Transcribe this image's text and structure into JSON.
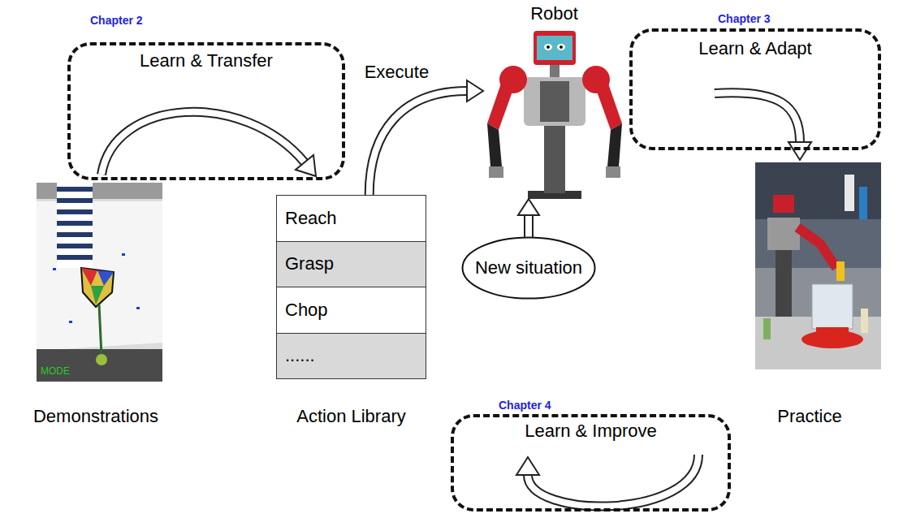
{
  "diagram": {
    "nodes": [
      {
        "text": [
          "Chapter 2",
          "Learn & Transfer"
        ]
      },
      {
        "text": [
          "Action Library"
        ]
      },
      {
        "text": [
          "Reach"
        ],
        "in": 1
      },
      {
        "text": [
          "Grasp"
        ],
        "in": 1
      },
      {
        "text": [
          "Chop"
        ],
        "in": 1
      },
      {
        "text": [
          "......"
        ],
        "in": 1
      },
      {
        "text": [
          "Robot"
        ]
      },
      {
        "text": [
          "Chapter 3",
          "Learn & Adapt"
        ]
      },
      {
        "text": [
          "New situation"
        ]
      },
      {
        "text": [
          "Chapter 4",
          "Learn & Improve"
        ]
      }
    ],
    "edges": [
      {
        "from": 1,
        "to": 6,
        "arrow": "to",
        "label": "Execute"
      },
      {
        "from": 8,
        "to": 6,
        "arrow": "to"
      }
    ],
    "labels": [
      "Demonstrations",
      "MODE",
      "Practice"
    ]
  }
}
